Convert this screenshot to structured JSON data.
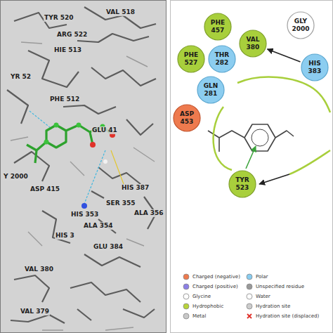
{
  "diagram": {
    "nodes": [
      {
        "text": [
          "PHE 457"
        ]
      },
      {
        "text": [
          "GLY 2000"
        ]
      },
      {
        "text": [
          "PHE 527"
        ]
      },
      {
        "text": [
          "THR 282"
        ]
      },
      {
        "text": [
          "VAL 380"
        ]
      },
      {
        "text": [
          "HIS 383"
        ]
      },
      {
        "text": [
          "GLN 281"
        ]
      },
      {
        "text": [
          "ASP 453"
        ]
      },
      {
        "text": [
          "TYR 523"
        ]
      }
    ],
    "edges": [
      {
        "from": 5,
        "to": 4,
        "arrow": "to"
      }
    ],
    "labels": [
      "TYR 520",
      "VAL 518",
      "ARG 522",
      "HIE 513",
      "YR 52",
      "PHE 512",
      "GLU 41",
      "Y 2000",
      "ASP 415",
      "HIS 387",
      "SER 355",
      "HIS 353",
      "ALA 356",
      "ALA 354",
      "HIS 3",
      "GLU 384",
      "VAL 380",
      "VAL 379"
    ],
    "legend": [
      {
        "text": "Charged (negative)",
        "color": "#ee7a4e"
      },
      {
        "text": "Charged (positive)",
        "color": "#8c80e6"
      },
      {
        "text": "Glycine",
        "color": "#ffffff"
      },
      {
        "text": "Hydrophobic",
        "color": "#b8d43a"
      },
      {
        "text": "Metal",
        "color": "#c8c8c8"
      },
      {
        "text": "Polar",
        "color": "#88ccf0"
      },
      {
        "text": "Unspecified residue",
        "color": "#999999"
      },
      {
        "text": "Water",
        "color": "#ffffff"
      },
      {
        "text": "Hydration site",
        "color": "#cccccc"
      },
      {
        "text": "Hydration site (displaced)"
      }
    ]
  }
}
